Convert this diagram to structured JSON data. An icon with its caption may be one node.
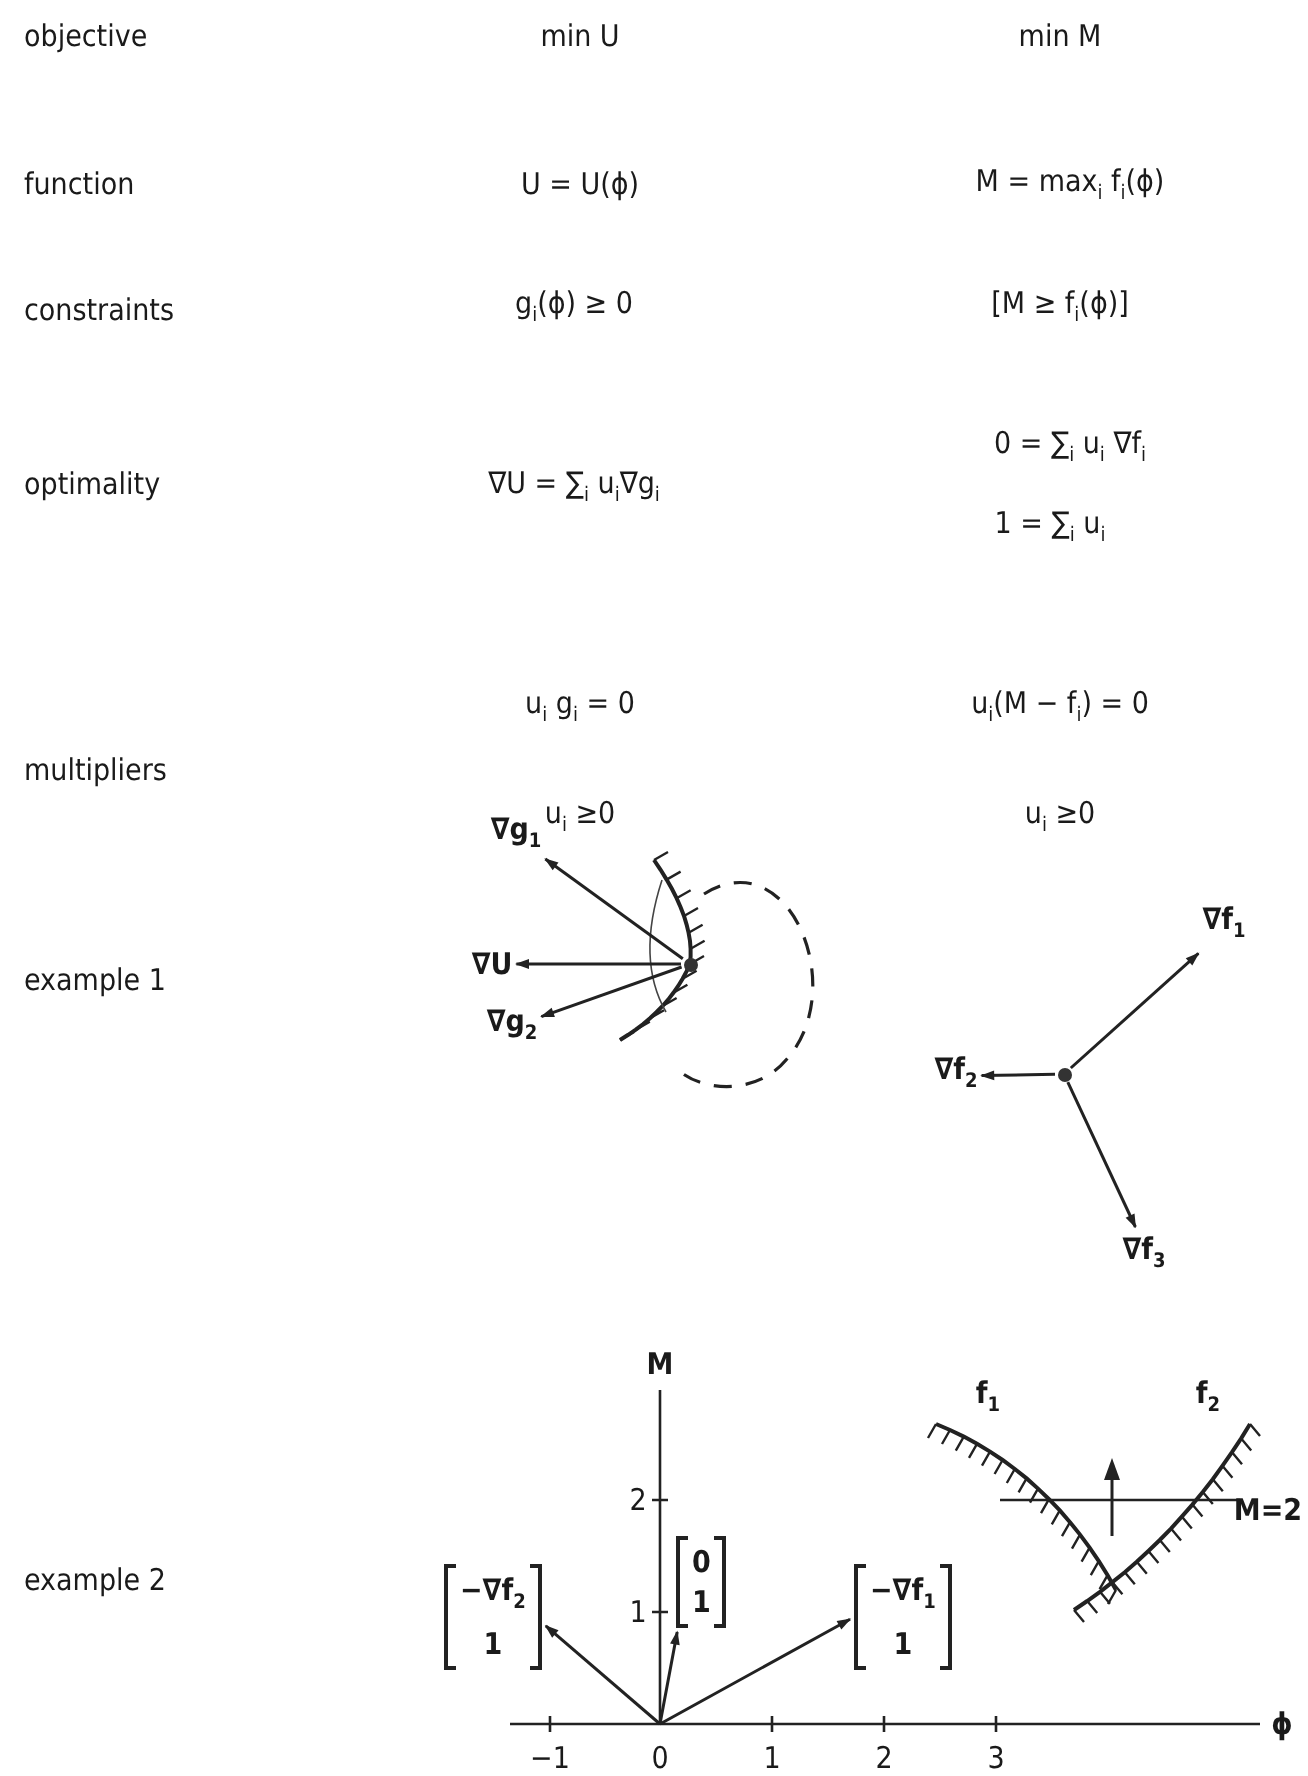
{
  "diagram": {
    "nodes": [
      {
        "text": [],
        "shape": "circle"
      },
      {
        "text": [
          "∇g$_{1}$"
        ]
      },
      {
        "text": [
          "∇U"
        ]
      },
      {
        "text": [
          "∇g$_{2}$"
        ]
      },
      {
        "text": [],
        "shape": "circle"
      },
      {
        "text": [
          "∇f$_{1}$"
        ]
      },
      {
        "text": [
          "∇f$_{2}$"
        ]
      },
      {
        "text": [
          "∇f$_{3}$"
        ]
      },
      {
        "text": [
          "−∇f$_{2}$",
          "1"
        ]
      },
      {
        "text": [
          "0",
          "1"
        ]
      },
      {
        "text": [
          "−∇f$_{1}$",
          "1"
        ]
      }
    ],
    "edges": [
      {
        "from": 0,
        "to": 1,
        "arrow": "to"
      },
      {
        "from": 0,
        "to": 2,
        "arrow": "to"
      },
      {
        "from": 0,
        "to": 3,
        "arrow": "to"
      },
      {
        "from": 4,
        "to": 5,
        "arrow": "to"
      },
      {
        "from": 4,
        "to": 6,
        "arrow": "to"
      },
      {
        "from": 4,
        "to": 7,
        "arrow": "to"
      },
      {
        "from": null,
        "to": 8,
        "arrow": "to"
      },
      {
        "from": null,
        "to": 9,
        "arrow": "to"
      },
      {
        "from": null,
        "to": 10,
        "arrow": "to"
      }
    ],
    "labels": [
      "objective",
      "min U",
      "min M",
      "function",
      "U = U(ϕ)",
      "M = max$_{i}$ f$_{i}$(ϕ)",
      "constraints",
      "g$_{i}$(ϕ) ≥ 0",
      "[M ≥ f$_{i}$(ϕ)]",
      "optimality",
      "∇U = ∑$_{i}$ u$_{i}$∇g$_{i}$",
      "0 = ∑$_{i}$ u$_{i}$ ∇f$_{i}$",
      "1 = ∑$_{i}$ u$_{i}$",
      "u$_{i}$ g$_{i}$ = 0",
      "u$_{i}$(M − f$_{i}$) = 0",
      "multipliers",
      "u$_{i}$ ≥0",
      "u$_{i}$ ≥0",
      "example 1",
      "M",
      "f$_{1}$",
      "f$_{2}$",
      "2",
      "M=2",
      "example 2",
      "1",
      "ϕ",
      "−1",
      "0",
      "1",
      "2",
      "3"
    ]
  }
}
